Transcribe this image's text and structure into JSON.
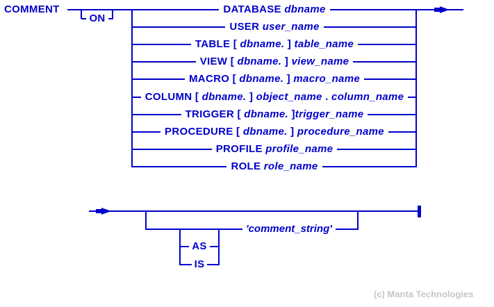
{
  "colors": {
    "diagram_blue": "#0000cc",
    "copyright_gray": "#c6c6c6",
    "background": "#ffffff"
  },
  "diagram": {
    "start_keyword": "COMMENT",
    "optional_on_label": "ON",
    "object_branches": [
      {
        "name": "database",
        "segments": [
          {
            "text": "DATABASE ",
            "italic": false
          },
          {
            "text": "dbname",
            "italic": true
          }
        ]
      },
      {
        "name": "user",
        "segments": [
          {
            "text": "USER ",
            "italic": false
          },
          {
            "text": "user_name",
            "italic": true
          }
        ]
      },
      {
        "name": "table",
        "segments": [
          {
            "text": "TABLE [ ",
            "italic": false
          },
          {
            "text": "dbname.",
            "italic": true
          },
          {
            "text": " ] ",
            "italic": false
          },
          {
            "text": "table_name",
            "italic": true
          }
        ]
      },
      {
        "name": "view",
        "segments": [
          {
            "text": "VIEW [ ",
            "italic": false
          },
          {
            "text": "dbname.",
            "italic": true
          },
          {
            "text": " ] ",
            "italic": false
          },
          {
            "text": "view_name",
            "italic": true
          }
        ]
      },
      {
        "name": "macro",
        "segments": [
          {
            "text": "MACRO [ ",
            "italic": false
          },
          {
            "text": "dbname.",
            "italic": true
          },
          {
            "text": " ] ",
            "italic": false
          },
          {
            "text": "macro_name",
            "italic": true
          }
        ]
      },
      {
        "name": "column",
        "segments": [
          {
            "text": "COLUMN [ ",
            "italic": false
          },
          {
            "text": "dbname.",
            "italic": true
          },
          {
            "text": " ] ",
            "italic": false
          },
          {
            "text": "object_name",
            "italic": true
          },
          {
            "text": " . ",
            "italic": false
          },
          {
            "text": "column_name",
            "italic": true
          }
        ]
      },
      {
        "name": "trigger",
        "segments": [
          {
            "text": "TRIGGER [ ",
            "italic": false
          },
          {
            "text": "dbname.",
            "italic": true
          },
          {
            "text": " ]",
            "italic": false
          },
          {
            "text": "trigger_name",
            "italic": true
          }
        ]
      },
      {
        "name": "procedure",
        "segments": [
          {
            "text": "PROCEDURE [ ",
            "italic": false
          },
          {
            "text": "dbname.",
            "italic": true
          },
          {
            "text": " ] ",
            "italic": false
          },
          {
            "text": "procedure_name",
            "italic": true
          }
        ]
      },
      {
        "name": "profile",
        "segments": [
          {
            "text": "PROFILE ",
            "italic": false
          },
          {
            "text": "profile_name",
            "italic": true
          }
        ]
      },
      {
        "name": "role",
        "segments": [
          {
            "text": "ROLE ",
            "italic": false
          },
          {
            "text": "role_name",
            "italic": true
          }
        ]
      }
    ],
    "comment_clause": {
      "as_label": "AS",
      "is_label": "IS",
      "string_label": "'comment_string'"
    }
  },
  "footer": {
    "copyright": "(c) Manta Technologies"
  }
}
